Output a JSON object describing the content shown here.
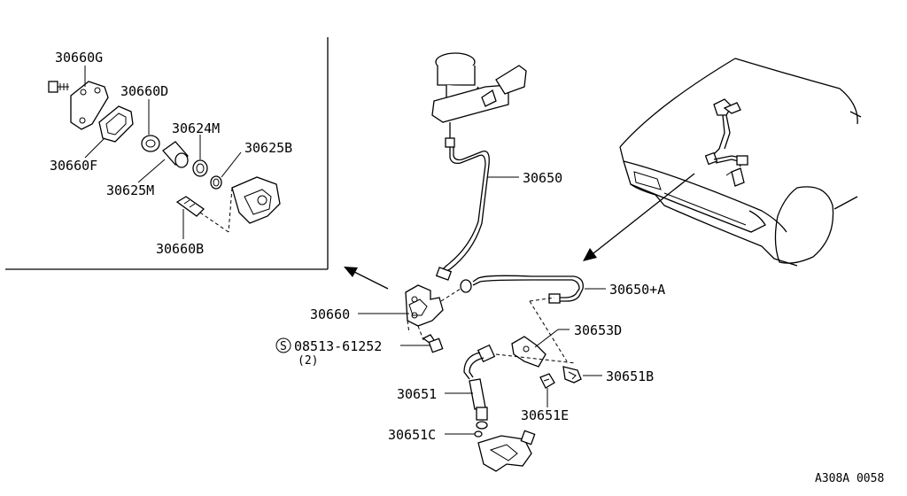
{
  "labels": {
    "p30660G": "30660G",
    "p30660D": "30660D",
    "p30624M": "30624M",
    "p30625B": "30625B",
    "p30660F": "30660F",
    "p30625M": "30625M",
    "p30660B": "30660B",
    "p30650": "30650",
    "p30650A": "30650+A",
    "p30660": "30660",
    "p30653D": "30653D",
    "p08513": "08513-61252",
    "p08513_qty": "(2)",
    "p08513_symbol": "S",
    "p30651B": "30651B",
    "p30651": "30651",
    "p30651E": "30651E",
    "p30651C": "30651C"
  },
  "figure_code": "A308A 0058"
}
